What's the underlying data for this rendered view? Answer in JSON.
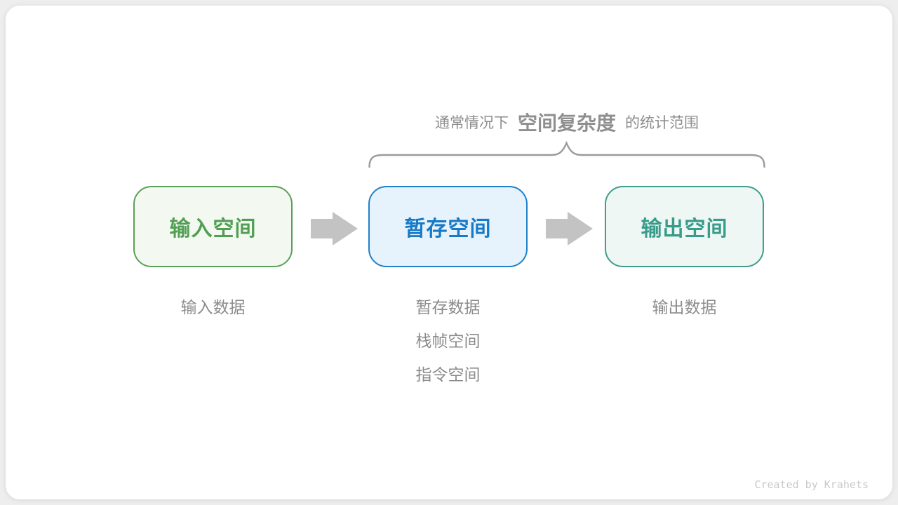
{
  "header": {
    "caption_prefix": "通常情况下",
    "caption_emphasis": "空间复杂度",
    "caption_suffix": "的统计范围"
  },
  "brace": {
    "color": "#9b9b9b"
  },
  "boxes": [
    {
      "label": "输入空间",
      "border_color": "#5aa05a",
      "background_color": "#f3f9f0",
      "text_color": "#519e54",
      "notes": [
        "输入数据"
      ]
    },
    {
      "label": "暂存空间",
      "border_color": "#1e81c9",
      "background_color": "#e6f2fc",
      "text_color": "#177ac6",
      "notes": [
        "暂存数据",
        "栈帧空间",
        "指令空间"
      ]
    },
    {
      "label": "输出空间",
      "border_color": "#3f9d8c",
      "background_color": "#eef7f4",
      "text_color": "#399b8a",
      "notes": [
        "输出数据"
      ]
    }
  ],
  "arrow": {
    "color": "#c3c3c3"
  },
  "footer": {
    "credit": "Created by Krahets"
  }
}
